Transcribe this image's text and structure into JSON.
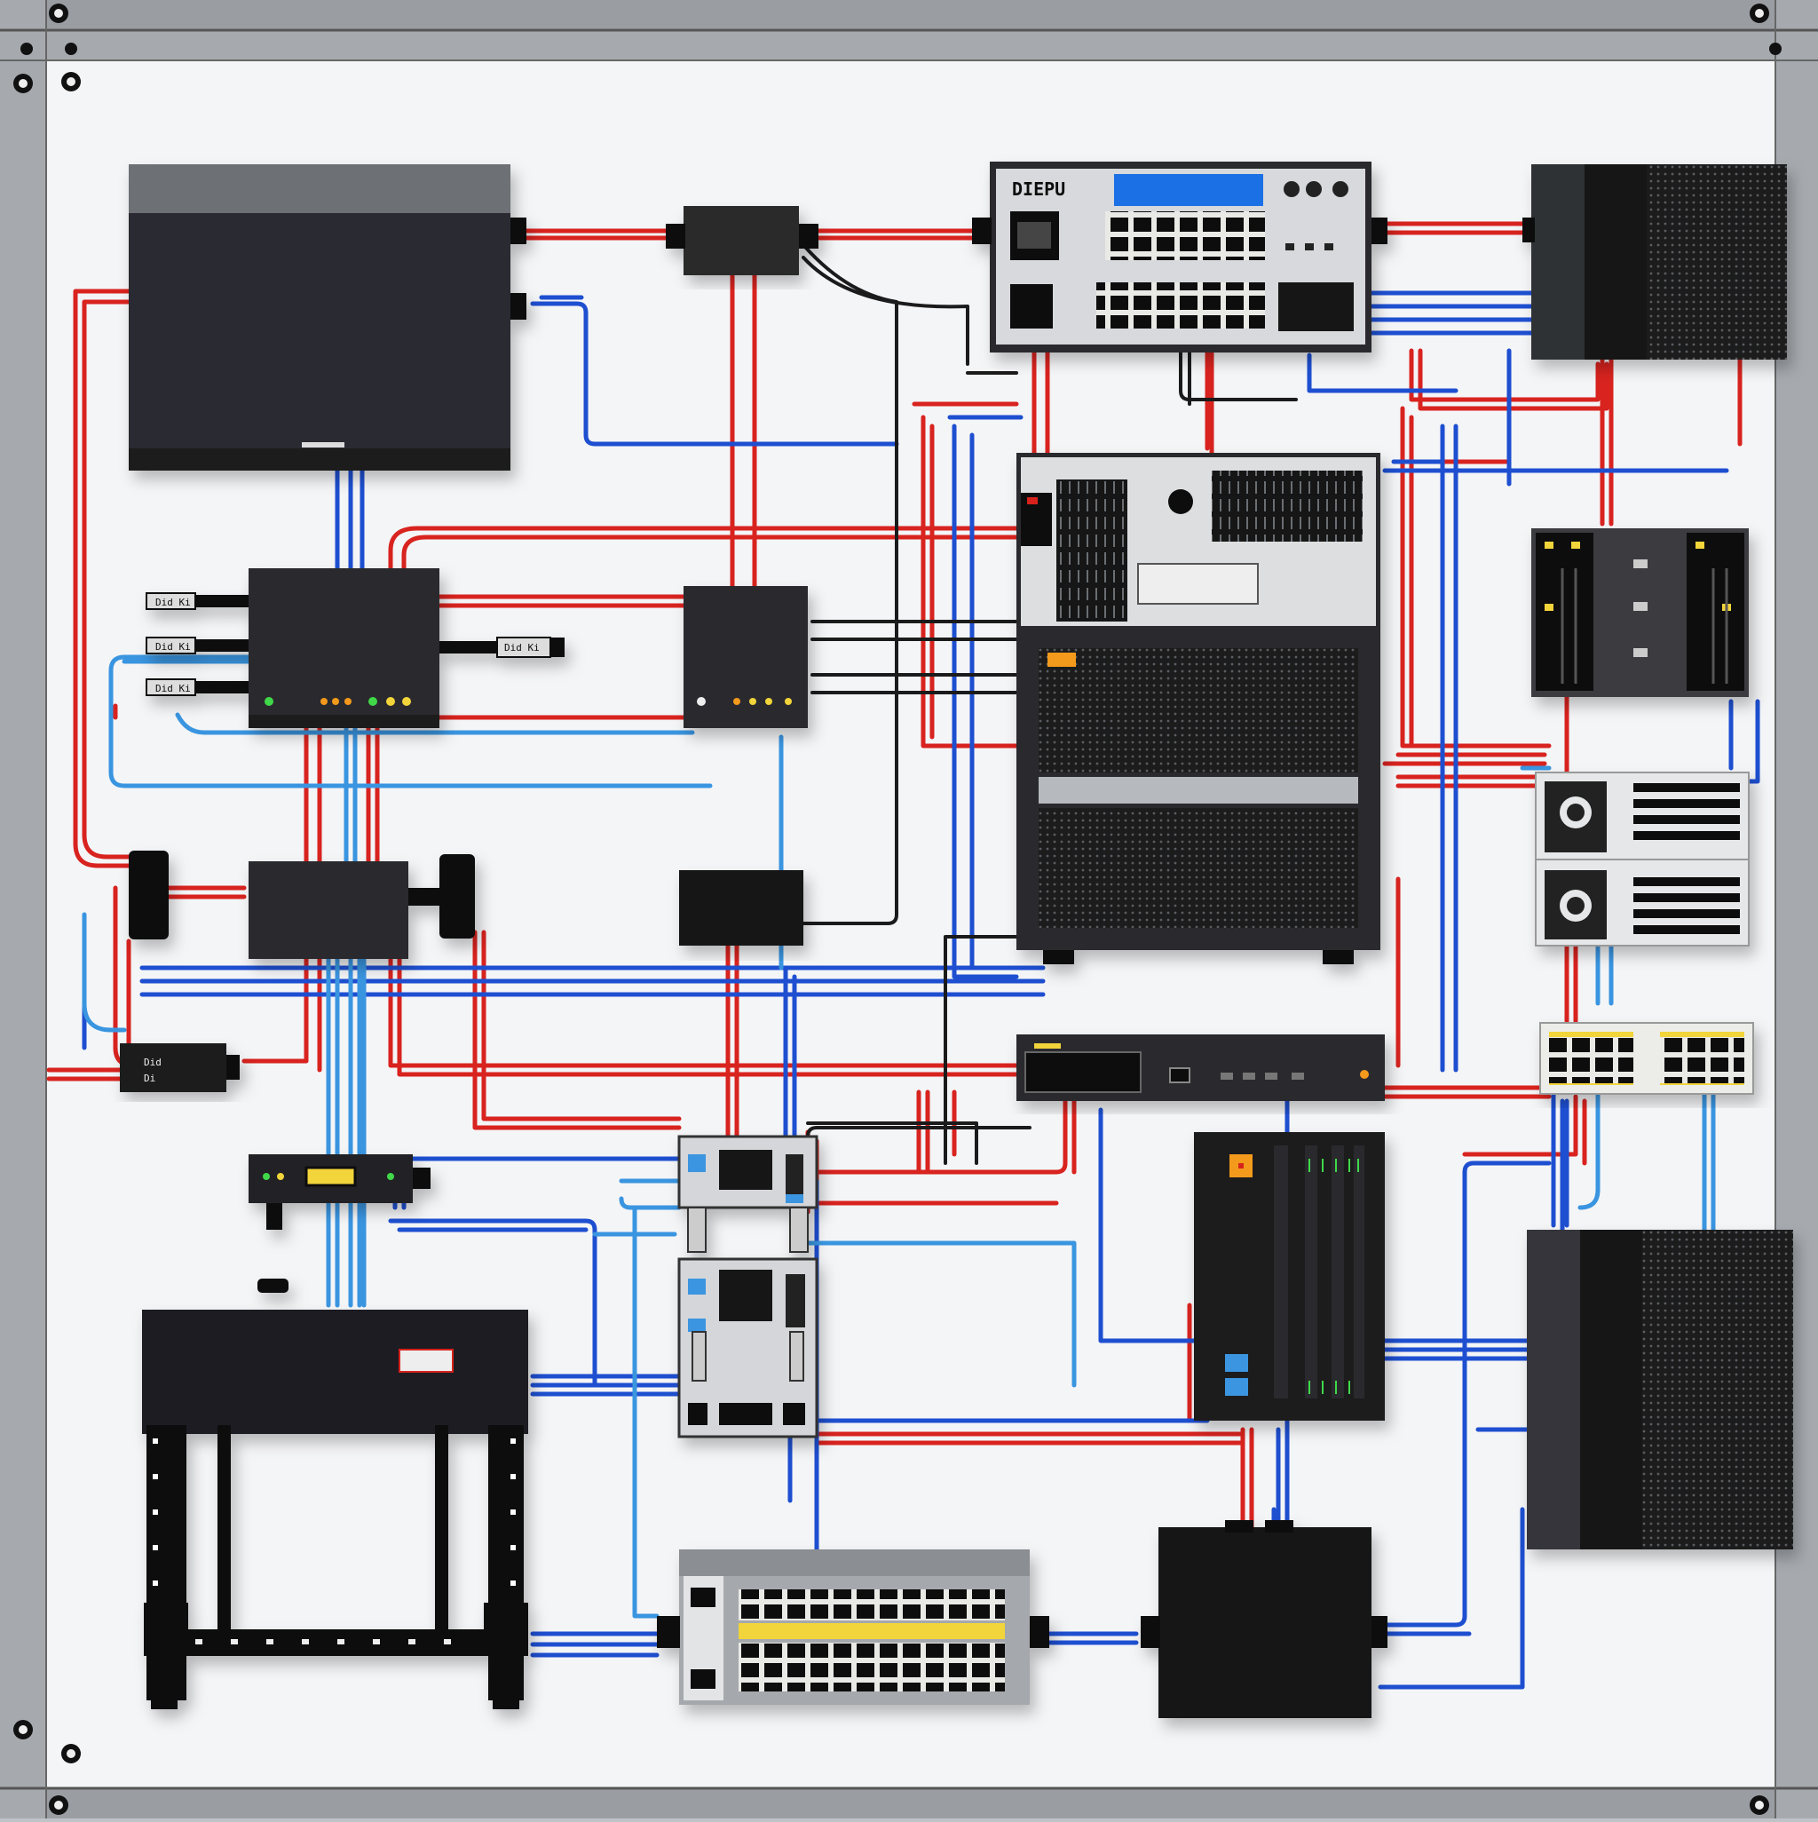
{
  "colors": {
    "panel_bg": "#f4f5f7",
    "frame": "#8f9499",
    "cable_red": "#d8231f",
    "cable_blue": "#1e4fd0",
    "cable_lightblue": "#3a95e0",
    "cable_black": "#1b1b1b",
    "device_dark": "#232427",
    "device_silver": "#d5d7da",
    "lcd_blue": "#1f6fe6",
    "port_yellow": "#f2d43a",
    "led_green": "#3fd84a",
    "led_orange": "#f39a1e"
  },
  "labels": {
    "router_label": "DIEPU",
    "adapter_1": "Did Ki",
    "adapter_2": "Did Ki",
    "adapter_3": "Did Ki",
    "adapter_right": "Did Ki",
    "small_box_label": "Did",
    "small_box_sub": "Di"
  },
  "devices": [
    {
      "name": "large-black-server",
      "icon": "server-icon"
    },
    {
      "name": "inline-connector",
      "icon": "connector-icon"
    },
    {
      "name": "network-switch-top",
      "icon": "switch-icon"
    },
    {
      "name": "speaker-box-top-right",
      "icon": "speaker-icon"
    },
    {
      "name": "modem-with-adapters",
      "icon": "modem-icon"
    },
    {
      "name": "small-router",
      "icon": "router-icon"
    },
    {
      "name": "tower-server",
      "icon": "server-icon"
    },
    {
      "name": "dual-drive-unit",
      "icon": "drive-icon"
    },
    {
      "name": "fan-module",
      "icon": "fan-icon"
    },
    {
      "name": "patch-panel-right",
      "icon": "patch-panel-icon"
    },
    {
      "name": "rack-switch-1u",
      "icon": "switch-icon"
    },
    {
      "name": "nas-unit",
      "icon": "storage-icon"
    },
    {
      "name": "large-speaker-bottom-right",
      "icon": "speaker-icon"
    },
    {
      "name": "black-box-bottom",
      "icon": "box-icon"
    },
    {
      "name": "patch-panel-bottom",
      "icon": "patch-panel-icon"
    },
    {
      "name": "equipment-rack",
      "icon": "rack-icon"
    },
    {
      "name": "dual-module-mid",
      "icon": "module-icon"
    },
    {
      "name": "power-strip",
      "icon": "power-icon"
    },
    {
      "name": "tiny-adapter",
      "icon": "adapter-icon"
    },
    {
      "name": "hub-device",
      "icon": "hub-icon"
    },
    {
      "name": "black-box-mid",
      "icon": "box-icon"
    }
  ]
}
